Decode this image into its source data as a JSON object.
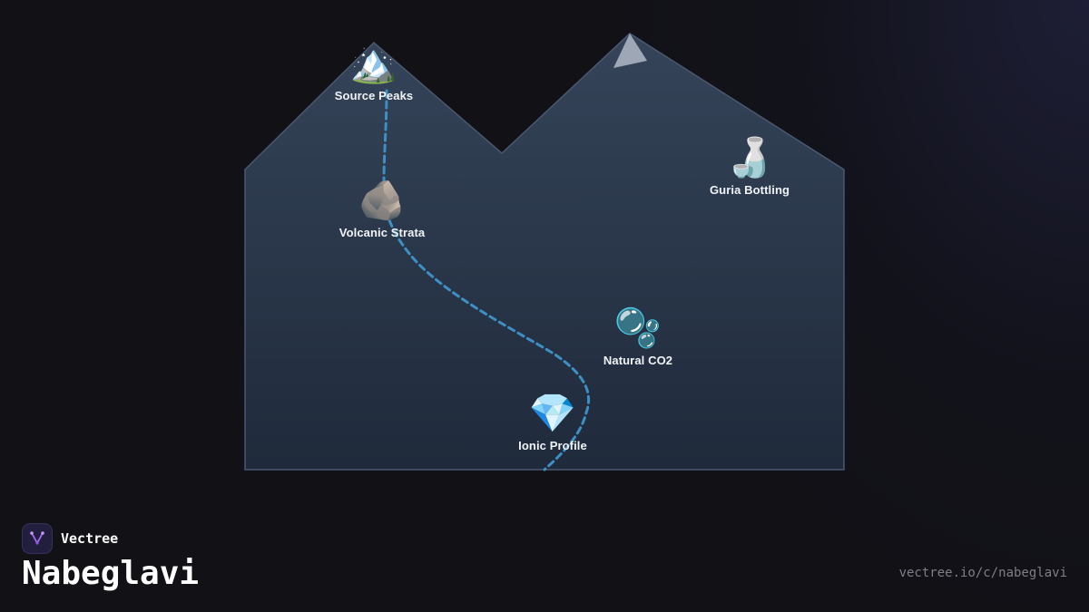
{
  "nodes": [
    {
      "id": "source-peaks",
      "emoji": "🏔️",
      "label": "Source Peaks"
    },
    {
      "id": "volcanic-strata",
      "emoji": "🪨",
      "label": "Volcanic Strata"
    },
    {
      "id": "ionic-profile",
      "emoji": "💎",
      "label": "Ionic Profile"
    },
    {
      "id": "natural-co2",
      "emoji": "🫧",
      "label": "Natural CO2"
    },
    {
      "id": "guria-bottling",
      "emoji": "🍶",
      "label": "Guria Bottling"
    }
  ],
  "brand": {
    "name": "Vectree",
    "logo_icon": "vectree-logo-icon"
  },
  "title": "Nabeglavi",
  "url": "vectree.io/c/nabeglavi",
  "colors": {
    "background": "#111116",
    "mountain_top": "#354459",
    "mountain_bottom": "#1f2a3b",
    "mountain_stroke": "#4a5870",
    "water_path": "#3d8fc4",
    "snow_cap": "#9ea7b6",
    "logo_bg": "#221f3e",
    "logo_accent": "#a66cf0"
  }
}
